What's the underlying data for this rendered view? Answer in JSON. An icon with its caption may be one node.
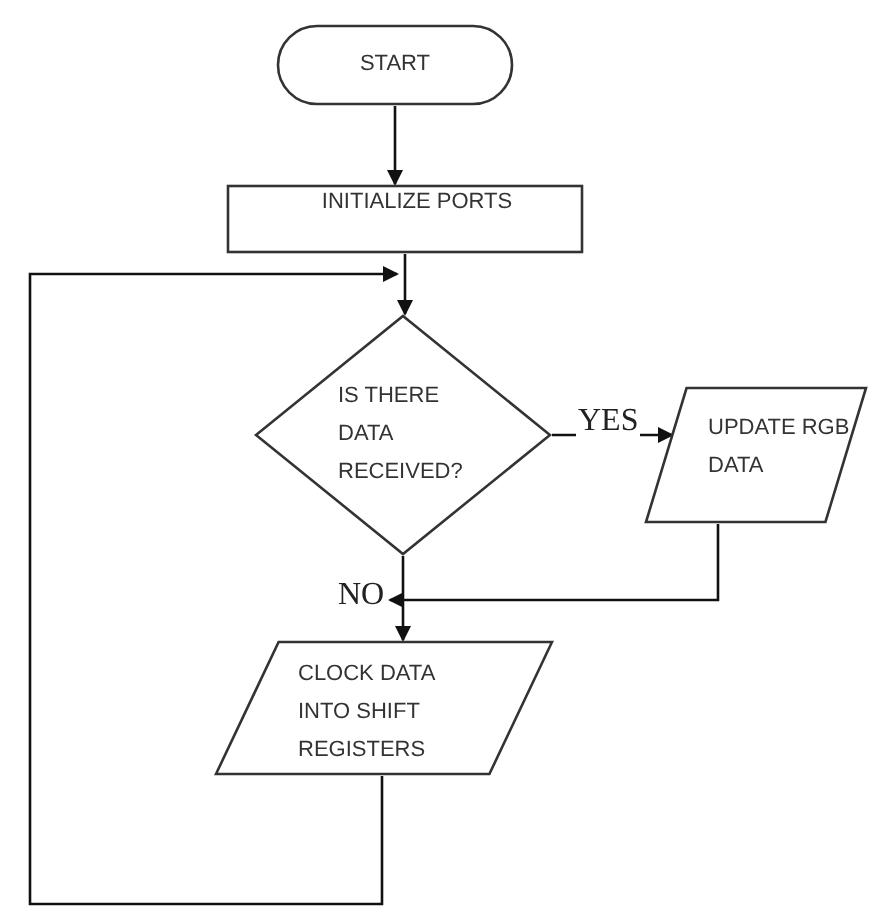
{
  "diagram": {
    "nodes": [
      {
        "text": [
          "START"
        ]
      },
      {
        "text": [
          "INITIALIZE PORTS"
        ]
      },
      {
        "text": [
          "IS THERE DATA RECEIVED?"
        ]
      },
      {
        "text": [
          "UPDATE RGB DATA"
        ]
      },
      {
        "text": [
          "CLOCK DATA INTO SHIFT REGISTERS"
        ]
      }
    ],
    "edges": [
      {
        "from": 0,
        "to": 1,
        "arrow": "to"
      },
      {
        "from": 1,
        "to": 2,
        "arrow": "to"
      },
      {
        "from": 2,
        "to": 3,
        "arrow": "to",
        "label": "YES"
      },
      {
        "from": 2,
        "to": 4,
        "arrow": "to",
        "label": "NO"
      },
      {
        "from": 3,
        "to": 4,
        "arrow": "to"
      },
      {
        "from": 4,
        "to": 2,
        "arrow": "to"
      }
    ]
  }
}
